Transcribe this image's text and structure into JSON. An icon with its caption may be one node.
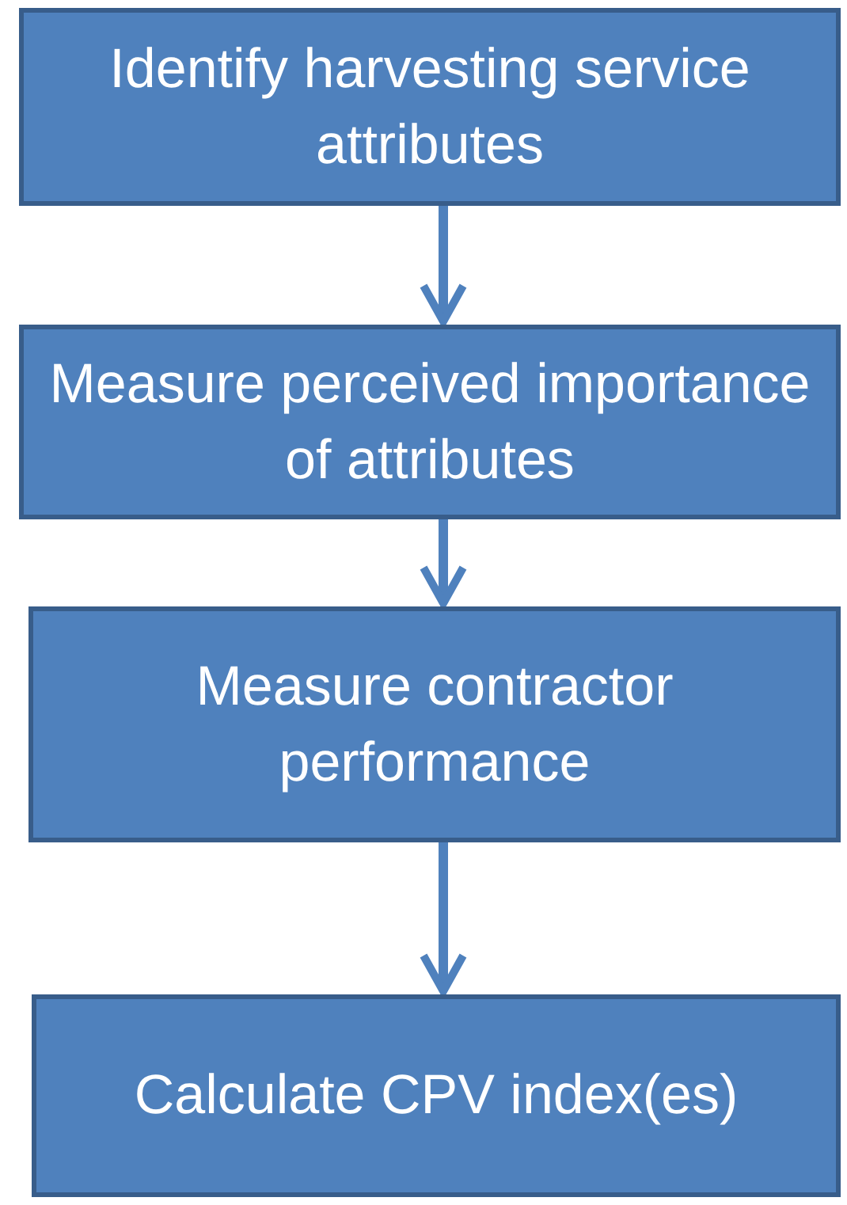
{
  "diagram": {
    "nodes": [
      {
        "text": [
          "Identify harvesting service attributes"
        ]
      },
      {
        "text": [
          "Measure perceived importance of attributes"
        ]
      },
      {
        "text": [
          "Measure contractor performance"
        ]
      },
      {
        "text": [
          "Calculate CPV index(es)"
        ]
      }
    ],
    "edges": [
      {
        "from": 0,
        "to": 1,
        "arrow": "to"
      },
      {
        "from": 1,
        "to": 2,
        "arrow": "to"
      },
      {
        "from": 2,
        "to": 3,
        "arrow": "to"
      }
    ]
  }
}
